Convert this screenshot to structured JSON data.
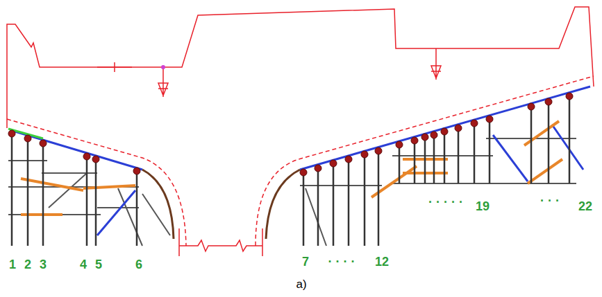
{
  "diagram": {
    "caption": "a)",
    "labels": [
      "1",
      "2",
      "3",
      "4",
      "5",
      "6",
      "7",
      "· · · ·",
      "12",
      "· · · · ·",
      "19",
      "· · ·",
      "22"
    ]
  }
}
